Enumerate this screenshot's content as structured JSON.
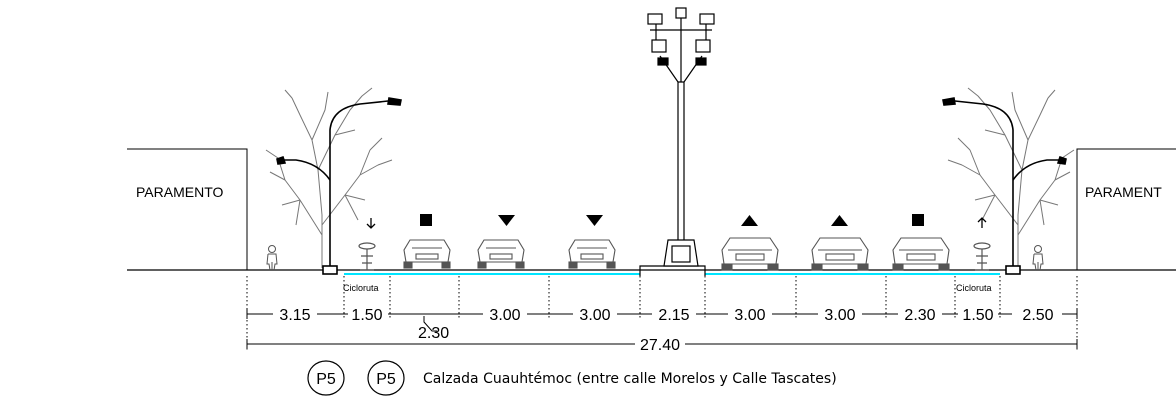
{
  "labels": {
    "paramento_left": "PARAMENTO",
    "paramento_right": "PARAMENT",
    "cicloruta_left": "Cicloruta",
    "cicloruta_right": "Cicloruta"
  },
  "dimensions": {
    "segments": [
      "3.15",
      "1.50",
      "3.00",
      "3.00",
      "2.15",
      "3.00",
      "3.00",
      "2.30",
      "1.50",
      "2.50"
    ],
    "offset_2_30": "2.30",
    "total": "27.40"
  },
  "caption": {
    "badge1": "P5",
    "badge2": "P5",
    "text": "Calzada Cuauhtémoc (entre calle Morelos y Calle Tascates)"
  },
  "colors": {
    "line": "#000000",
    "drawing": "#555555",
    "pavement": "#00e5ff"
  },
  "symbols": {
    "bike_arrow_left": "arrow-down",
    "bike_arrow_right": "arrow-up",
    "markers": [
      "square",
      "triangle-down",
      "triangle-down",
      "triangle-up",
      "triangle-up",
      "square"
    ]
  }
}
